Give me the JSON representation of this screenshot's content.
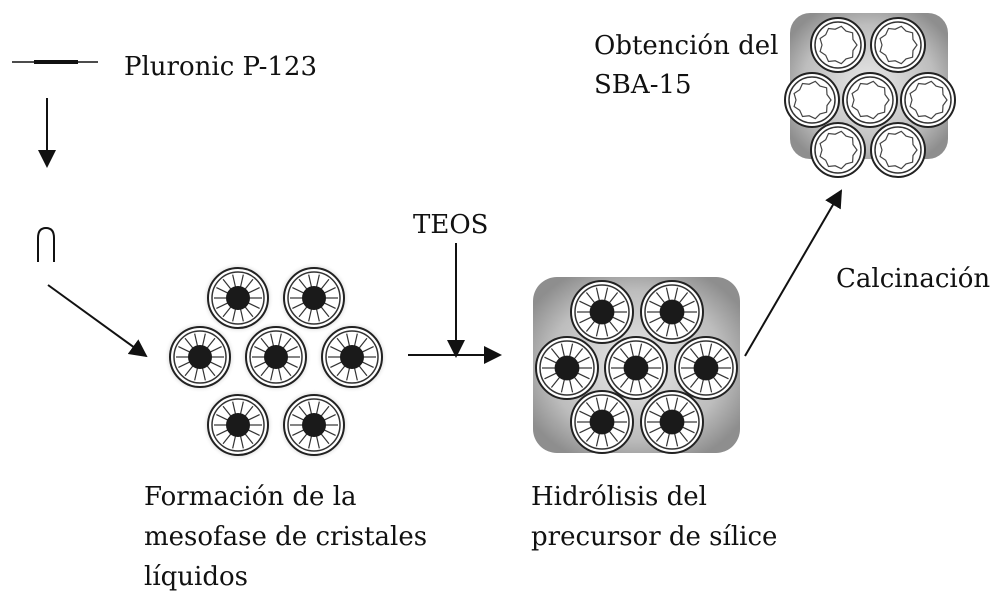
{
  "labels": {
    "pluronic": "Pluronic P-123",
    "sba_title_line1": "Obtención del",
    "sba_title_line2": "SBA-15",
    "teos": "TEOS",
    "calcination": "Calcinación",
    "mesophase_line1": "Formación de la",
    "mesophase_line2": "mesofase de cristales",
    "mesophase_line3": "líquidos",
    "hydrolysis_line1": "Hidrólisis del",
    "hydrolysis_line2": "precursor de sílice"
  },
  "icons": {
    "molecule": "horizontal-line",
    "micelle": "inverted-u"
  }
}
